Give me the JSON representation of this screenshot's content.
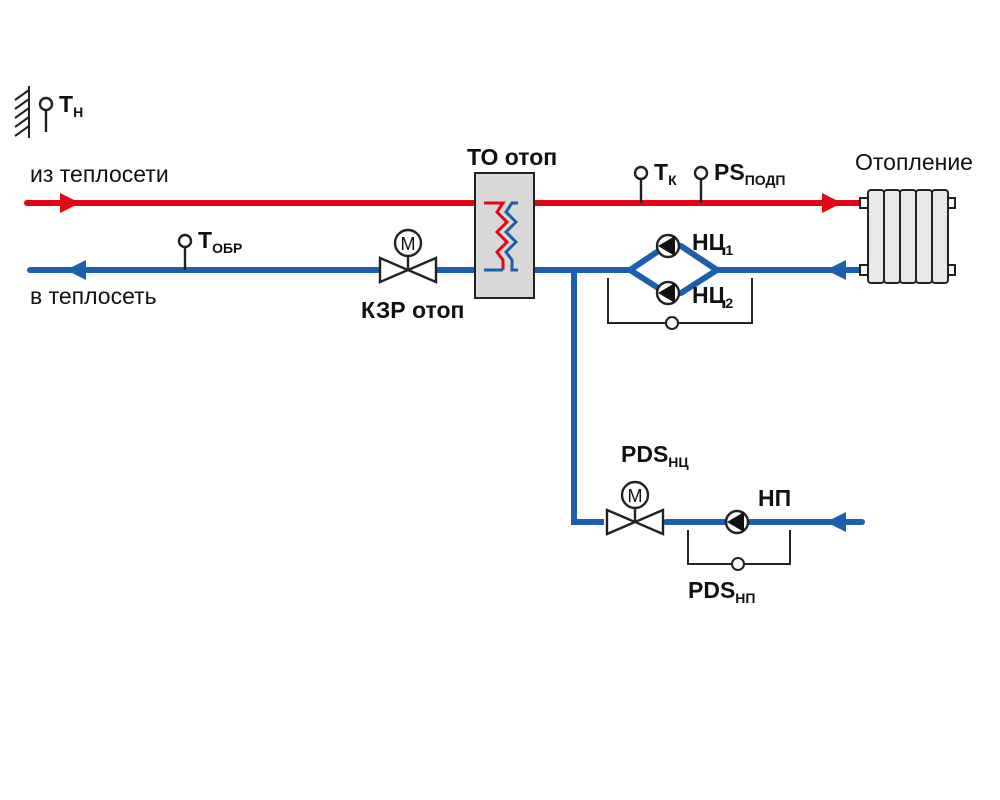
{
  "colors": {
    "supply": "#e30613",
    "return": "#1b5fae",
    "outline": "#222222",
    "exchanger_fill": "#d8d8d8",
    "radiator_fill": "#e8e8e8"
  },
  "labels": {
    "outdoor_sensor": {
      "main": "Т",
      "sub": "Н"
    },
    "from_network": "из теплосети",
    "to_network": "в теплосеть",
    "heat_exchanger": "ТО отоп",
    "heating": "Отопление",
    "supply_temp_sensor": {
      "main": "Т",
      "sub": "К"
    },
    "supply_pressure_sensor": {
      "main": "PS",
      "sub": "ПОДП"
    },
    "return_temp_sensor": {
      "main": "Т",
      "sub": "ОБР"
    },
    "control_valve": "КЗР отоп",
    "circ_pump_1": {
      "main": "НЦ",
      "sub": "1"
    },
    "circ_pump_2": {
      "main": "НЦ",
      "sub": "2"
    },
    "makeup_valve": {
      "main": "PDS",
      "sub": "НЦ"
    },
    "makeup_pump": "НП",
    "makeup_pressure_switch": {
      "main": "PDS",
      "sub": "НП"
    },
    "motor_symbol": "M"
  },
  "icons": {
    "outdoor": "hatched-wall-icon",
    "sensor": "sensor-probe-icon",
    "valve": "motorized-valve-icon",
    "pump": "pump-icon",
    "radiator": "radiator-icon",
    "exchanger": "heat-exchanger-icon",
    "flow_arrow": "flow-arrow-icon"
  }
}
